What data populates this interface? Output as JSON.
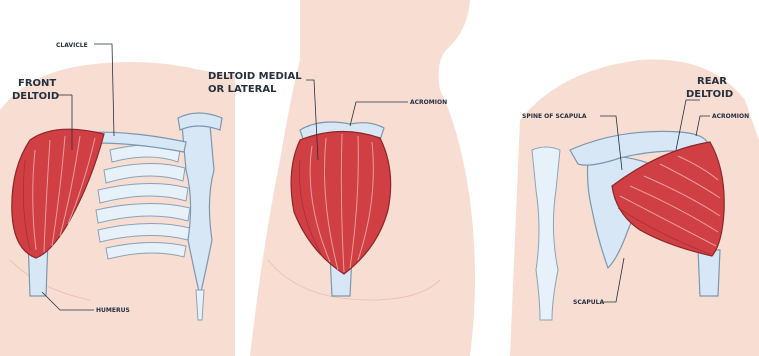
{
  "panels": {
    "front": {
      "title_line1": "FRONT",
      "title_line2": "DELTOID",
      "clavicle": "CLAVICLE",
      "humerus": "HUMERUS"
    },
    "side": {
      "title_line1": "DELTOID MEDIAL",
      "title_line2": "OR LATERAL",
      "acromion": "ACROMION"
    },
    "rear": {
      "title_line1": "REAR",
      "title_line2": "DELTOID",
      "spine_of_scapula": "SPINE OF SCAPULA",
      "acromion": "ACROMION",
      "scapula": "SCAPULA"
    }
  },
  "colors": {
    "skin": "#f8ded2",
    "bone": "#d7e7f5",
    "muscle": "#cf3f43",
    "label": "#26303f"
  }
}
